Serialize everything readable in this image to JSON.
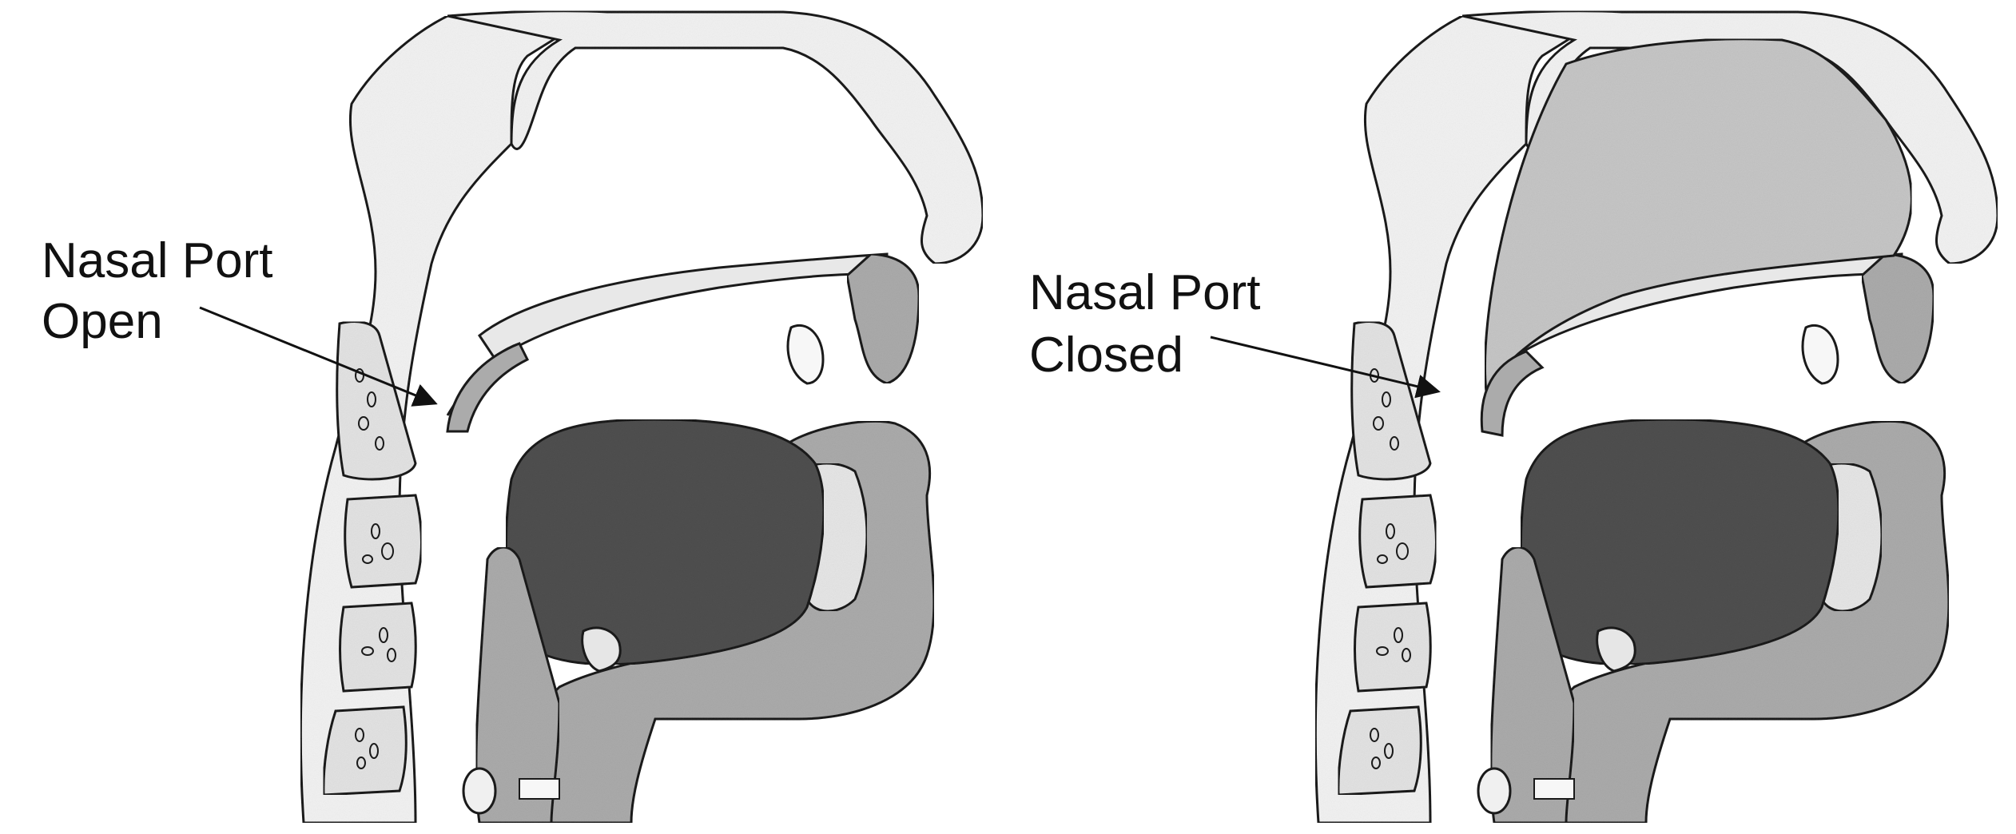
{
  "panels": [
    {
      "label_line1": "Nasal Port",
      "label_line2": "Open"
    },
    {
      "label_line1": "Nasal Port",
      "label_line2": "Closed"
    }
  ],
  "colors": {
    "outline": "#1a1a1a",
    "soft_tissue": "#f1f1f1",
    "bone": "#e6e6e6",
    "muscle": "#a9a9a9",
    "tongue": "#4f4f4f",
    "nasal_cavity": "#c8c8c8"
  }
}
